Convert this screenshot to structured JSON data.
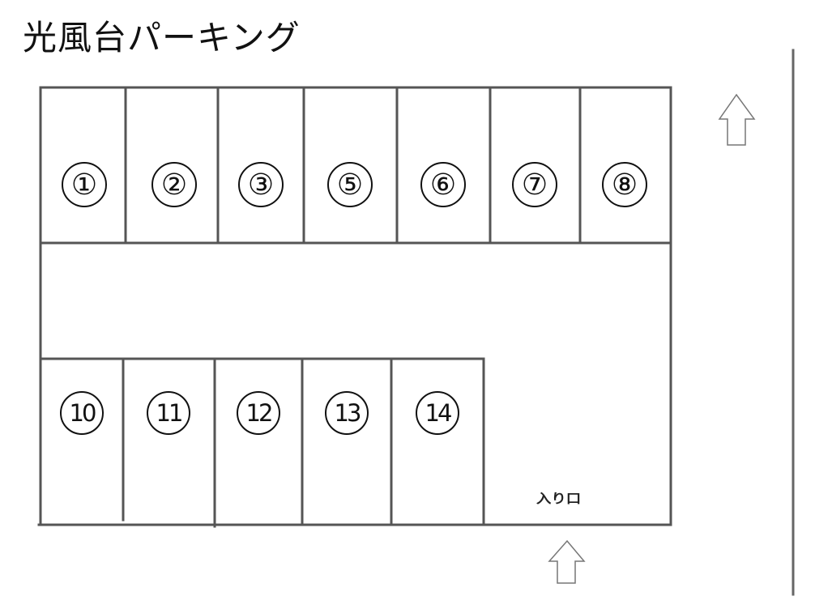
{
  "title": "光風台パーキング",
  "colors": {
    "line": "#555555",
    "text": "#111111",
    "background": "#ffffff"
  },
  "top_row": {
    "spots": [
      {
        "label": "①",
        "number": 1
      },
      {
        "label": "②",
        "number": 2
      },
      {
        "label": "③",
        "number": 3
      },
      {
        "label": "⑤",
        "number": 5
      },
      {
        "label": "⑥",
        "number": 6
      },
      {
        "label": "⑦",
        "number": 7
      },
      {
        "label": "⑧",
        "number": 8
      }
    ]
  },
  "bottom_row": {
    "spots": [
      {
        "label": "10",
        "number": 10
      },
      {
        "label": "11",
        "number": 11
      },
      {
        "label": "12",
        "number": 12
      },
      {
        "label": "13",
        "number": 13
      },
      {
        "label": "14",
        "number": 14
      }
    ]
  },
  "entrance": {
    "label": "入り口"
  },
  "arrows": [
    {
      "name": "road-direction-arrow",
      "direction": "up"
    },
    {
      "name": "entrance-arrow",
      "direction": "up"
    }
  ]
}
